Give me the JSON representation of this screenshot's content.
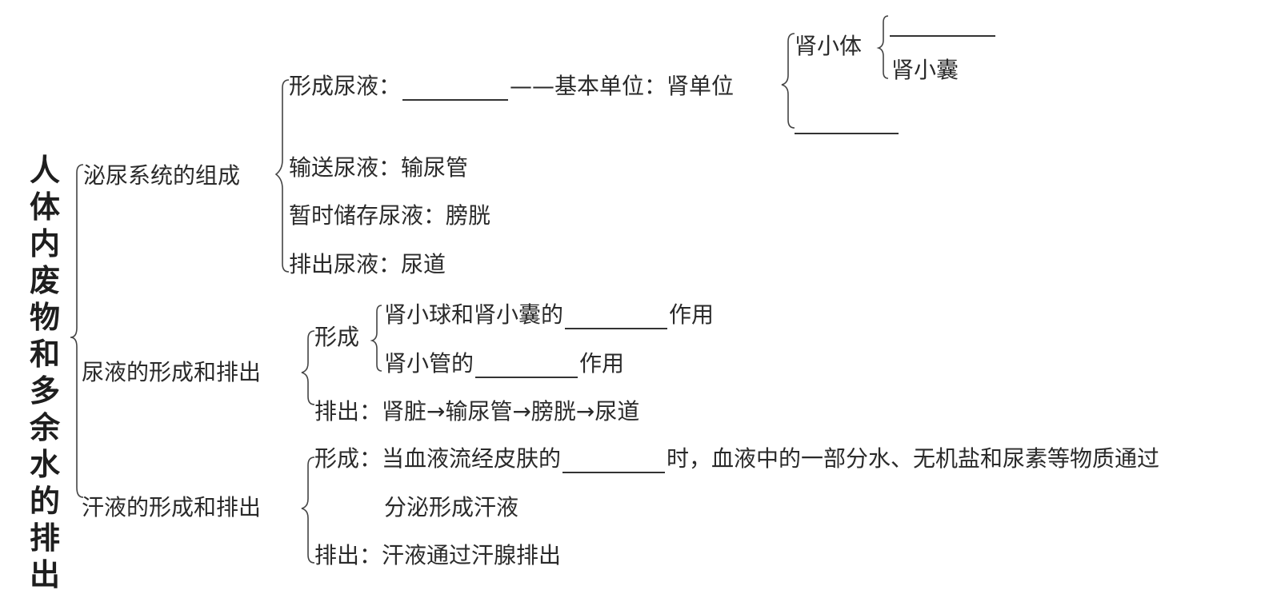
{
  "title": "人体内废物和多余水的排出",
  "urinary_system": {
    "label": "泌尿系统的组成",
    "form_urine": {
      "label": "形成尿液：",
      "unit_text": "——基本单位：肾单位",
      "renal_corpuscle": "肾小体",
      "renal_capsule": "肾小囊"
    },
    "transport": "输送尿液：输尿管",
    "storage": "暂时储存尿液：膀胱",
    "discharge": "排出尿液：尿道"
  },
  "urine": {
    "label": "尿液的形成和排出",
    "formation_label": "形成",
    "filtration_prefix": "肾小球和肾小囊的",
    "filtration_suffix": "作用",
    "reabsorption_prefix": "肾小管的",
    "reabsorption_suffix": "作用",
    "excretion": "排出：肾脏→输尿管→膀胱→尿道"
  },
  "sweat": {
    "label": "汗液的形成和排出",
    "formation_prefix": "形成：当血液流经皮肤的",
    "formation_suffix": "时，血液中的一部分水、无机盐和尿素等物质通过",
    "formation_line2": "分泌形成汗液",
    "excretion": "排出：汗液通过汗腺排出"
  }
}
